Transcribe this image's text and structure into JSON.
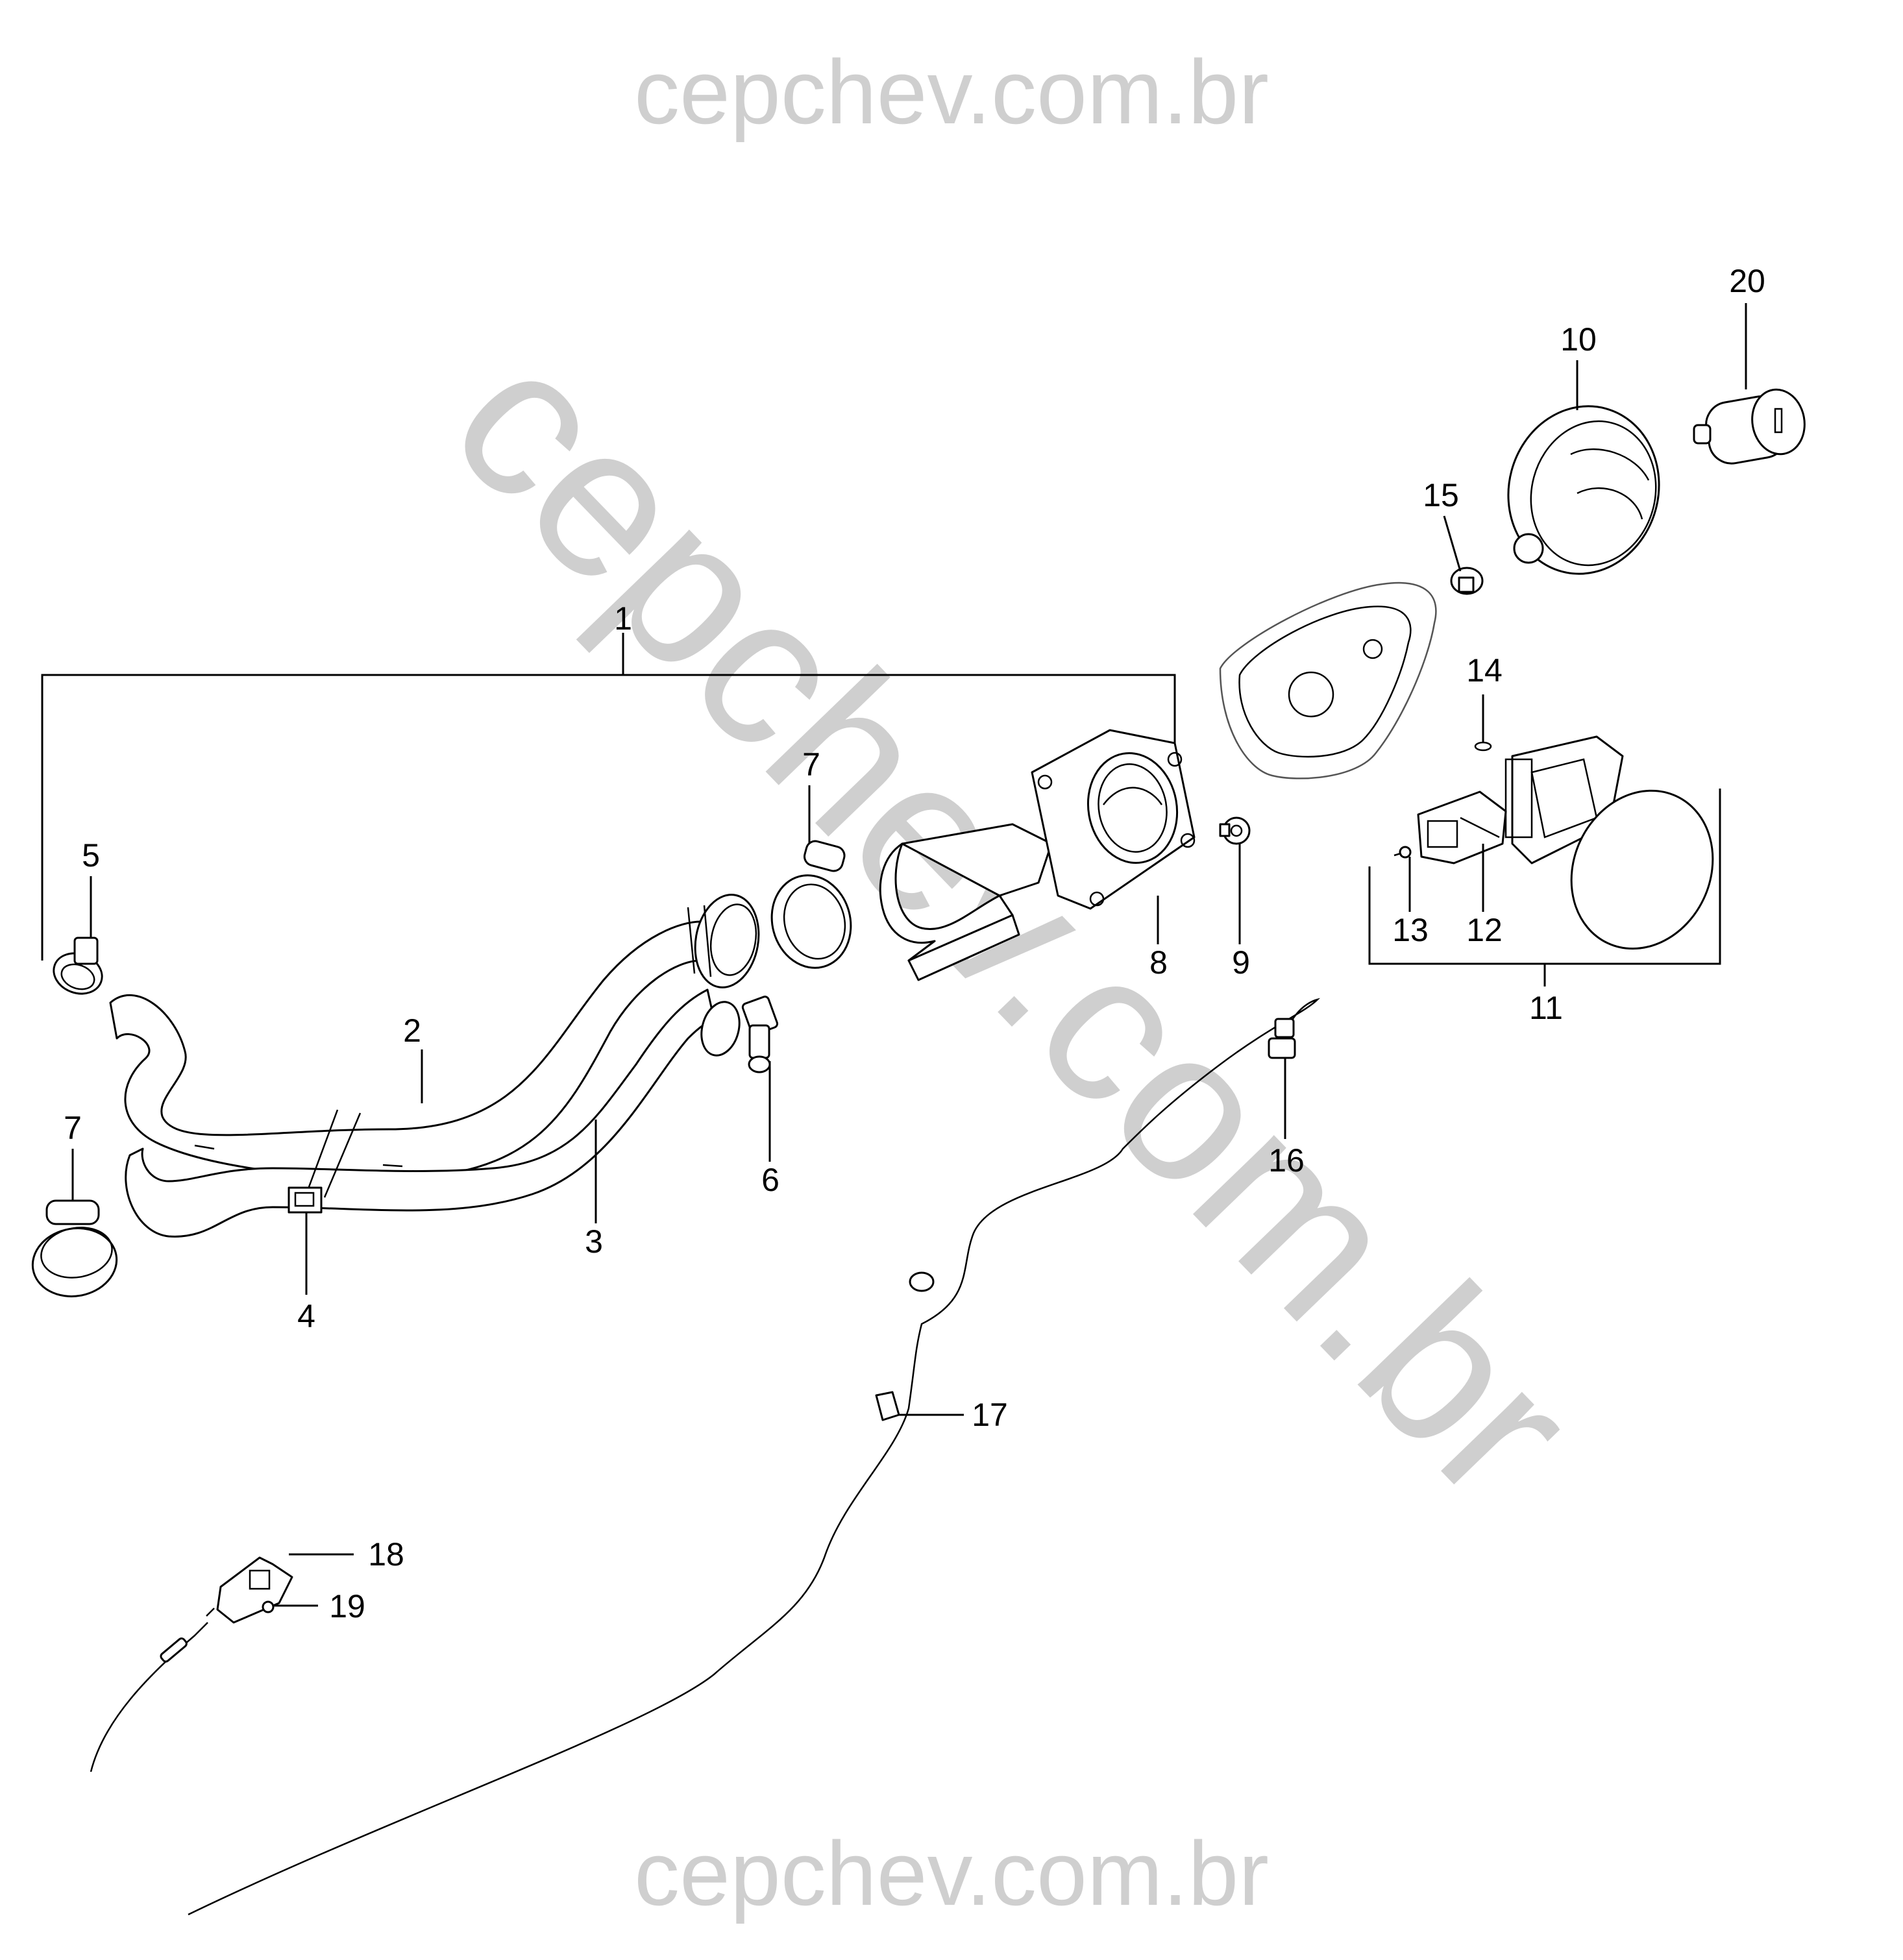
{
  "watermark": {
    "top": "cepchev.com.br",
    "diagonal": "cepchev.com.br",
    "bottom": "cepchev.com.br"
  },
  "callouts": {
    "c1": "1",
    "c2": "2",
    "c3": "3",
    "c4": "4",
    "c5": "5",
    "c6": "6",
    "c7a": "7",
    "c7b": "7",
    "c8": "8",
    "c9": "9",
    "c10": "10",
    "c11": "11",
    "c12": "12",
    "c13": "13",
    "c14": "14",
    "c15": "15",
    "c16": "16",
    "c17": "17",
    "c18": "18",
    "c19": "19",
    "c20": "20"
  }
}
